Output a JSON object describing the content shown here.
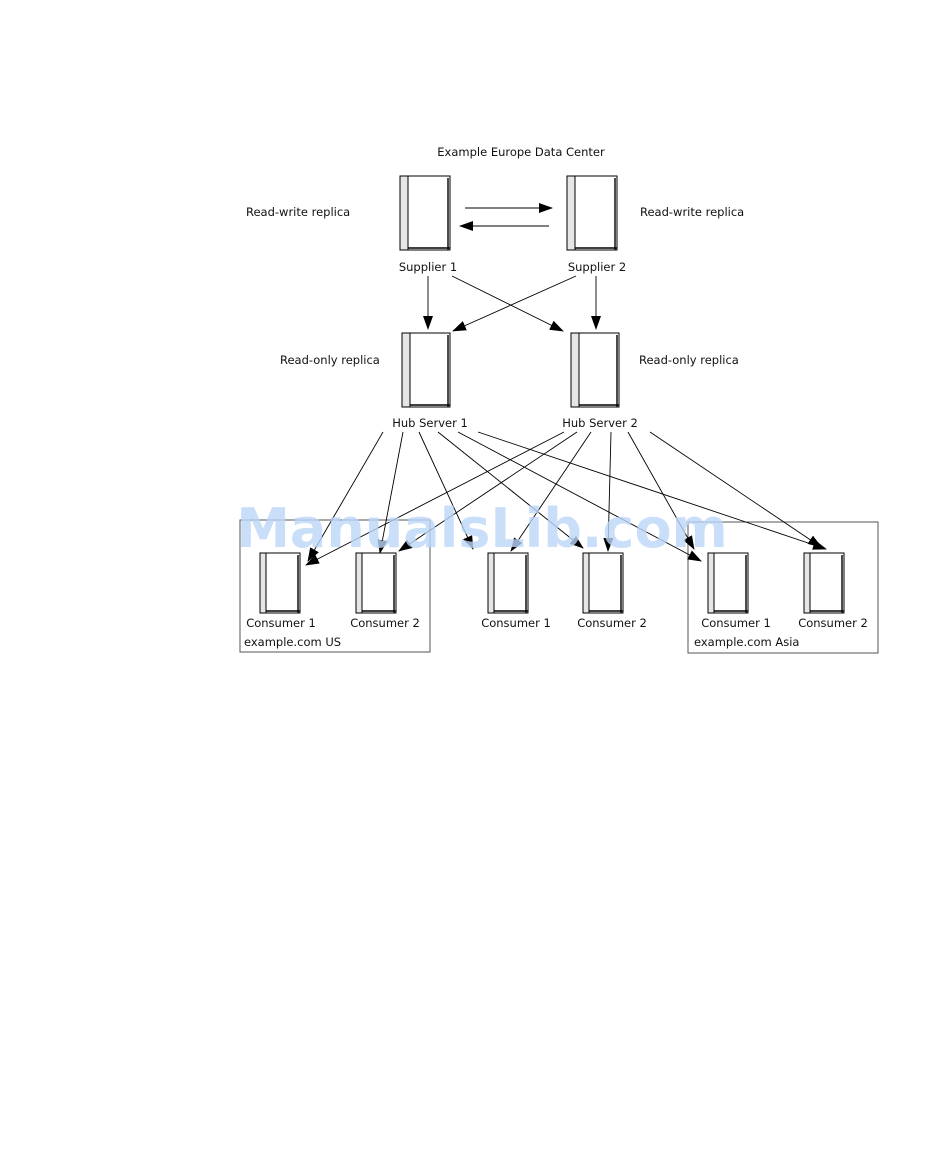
{
  "diagram": {
    "title": "Example Europe Data Center",
    "watermark": "ManualsLib.com",
    "labels": {
      "supplier1_role": "Read-write replica",
      "supplier2_role": "Read-write replica",
      "hub1_role": "Read-only replica",
      "hub2_role": "Read-only replica"
    },
    "nodes": {
      "supplier1": "Supplier 1",
      "supplier2": "Supplier 2",
      "hub1": "Hub Server 1",
      "hub2": "Hub Server 2",
      "us_consumer1": "Consumer 1",
      "us_consumer2": "Consumer 2",
      "eu_consumer1": "Consumer 1",
      "eu_consumer2": "Consumer 2",
      "asia_consumer1": "Consumer 1",
      "asia_consumer2": "Consumer 2"
    },
    "groups": {
      "us": "example.com US",
      "asia": "example.com Asia"
    },
    "edges": [
      [
        "supplier1",
        "supplier2"
      ],
      [
        "supplier2",
        "supplier1"
      ],
      [
        "supplier1",
        "hub1"
      ],
      [
        "supplier1",
        "hub2"
      ],
      [
        "supplier2",
        "hub1"
      ],
      [
        "supplier2",
        "hub2"
      ],
      [
        "hub1",
        "us_consumer1"
      ],
      [
        "hub1",
        "us_consumer2"
      ],
      [
        "hub1",
        "eu_consumer1"
      ],
      [
        "hub1",
        "eu_consumer2"
      ],
      [
        "hub1",
        "asia_consumer1"
      ],
      [
        "hub1",
        "asia_consumer2"
      ],
      [
        "hub2",
        "us_consumer1"
      ],
      [
        "hub2",
        "us_consumer2"
      ],
      [
        "hub2",
        "eu_consumer1"
      ],
      [
        "hub2",
        "eu_consumer2"
      ],
      [
        "hub2",
        "asia_consumer1"
      ],
      [
        "hub2",
        "asia_consumer2"
      ]
    ]
  }
}
